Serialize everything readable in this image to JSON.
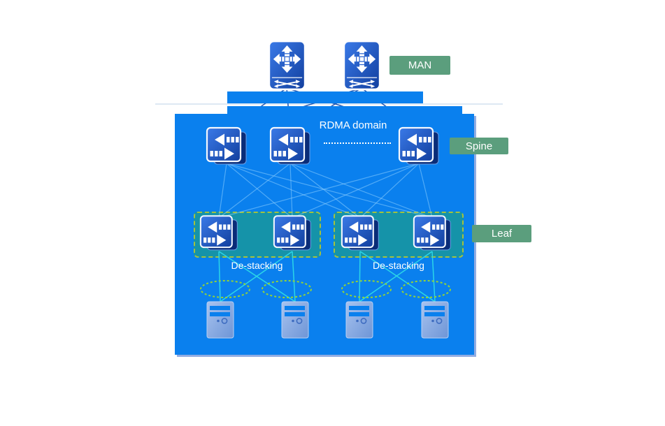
{
  "badges": {
    "man": "MAN",
    "spine": "Spine",
    "leaf": "Leaf"
  },
  "labels": {
    "rdma_domain": "RDMA domain",
    "destacking_left": "De-stacking",
    "destacking_right": "De-stacking"
  },
  "topology": {
    "man_routers": 2,
    "spine_switches": 3,
    "leaf_groups": 2,
    "leaf_switches": 4,
    "servers": 4
  },
  "colors": {
    "region_blue": "#0a80ee",
    "badge_green": "#5b9e7d",
    "leaf_group_teal": "#1593a9",
    "group_dashed_green": "#a3c23e",
    "ellipse_green": "#94d435",
    "link_cyan": "#2bd5e7",
    "mesh_light_blue": "#8cc9f8",
    "node_face_blue": "#2a66d4",
    "server_blue": "#7fa6e0",
    "divider_gray": "#dde8f3"
  }
}
